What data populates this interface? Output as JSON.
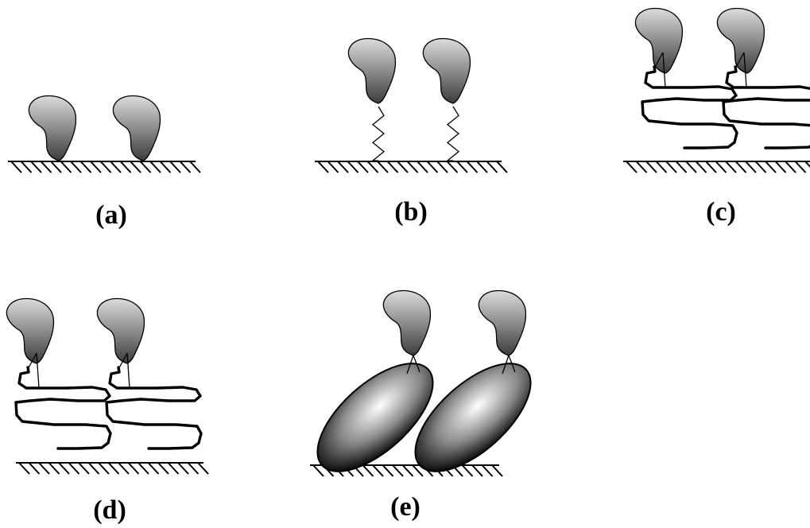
{
  "panels": [
    {
      "id": "a",
      "label": "(a)",
      "tether_kind": "none"
    },
    {
      "id": "b",
      "label": "(b)",
      "tether_kind": "spacer"
    },
    {
      "id": "c",
      "label": "(c)",
      "tether_kind": "polymer"
    },
    {
      "id": "d",
      "label": "(d)",
      "tether_kind": "polymer"
    },
    {
      "id": "e",
      "label": "(e)",
      "tether_kind": "ellipsoid"
    }
  ],
  "colors": {
    "protein_light": "#dcdcdc",
    "protein_dark": "#3c3c3c",
    "line": "#000000",
    "ellipsoid_light": "#ffffff",
    "ellipsoid_dark": "#050505"
  },
  "icons": {
    "protein": "protein-blob-icon",
    "surface": "hatched-surface-icon"
  }
}
